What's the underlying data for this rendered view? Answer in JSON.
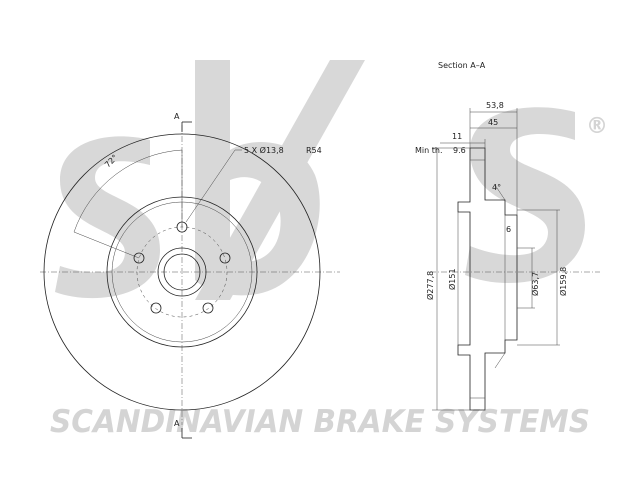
{
  "watermark": {
    "logo": "sbs",
    "registered_mark": "®",
    "company": "SCANDINAVIAN BRAKE SYSTEMS",
    "color": "#d4d4d4"
  },
  "front_view": {
    "section_marker_top": "A",
    "section_marker_bottom": "A",
    "bolt_pattern": "5 X Ø13,8",
    "bolt_radius": "R54",
    "angle": "72°"
  },
  "section_view": {
    "title": "Section A–A",
    "dims": {
      "overall_height": "53,8",
      "hat_depth": "45",
      "thickness": "11",
      "min_thickness_label": "Min th.",
      "min_thickness": "9.6",
      "outer_diameter": "Ø277,8",
      "hat_outer_diameter": "Ø151",
      "center_bore": "Ø63,7",
      "hat_inner_diameter": "Ø159,8",
      "angle": "4°",
      "radius": "6"
    }
  }
}
